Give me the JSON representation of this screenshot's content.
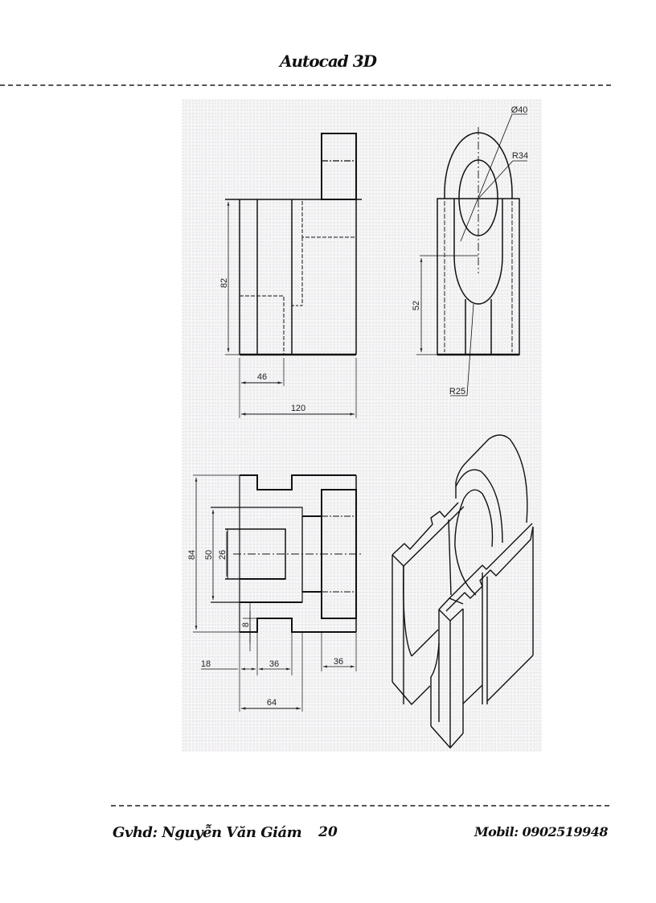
{
  "page": {
    "header_title": "Autocad 3D",
    "page_number": "20",
    "footer_author": "Gvhd: Nguyễn Văn Giám",
    "footer_mobile": "Mobil: 0902519948"
  },
  "drawing": {
    "front_view": {
      "dimensions": {
        "height": "82",
        "width_partial": "46",
        "width_total": "120"
      }
    },
    "side_view": {
      "dimensions": {
        "diameter": "Ø40",
        "radius_outer": "R34",
        "height": "52",
        "radius_lower": "R25"
      }
    },
    "top_view": {
      "dimensions": {
        "depth_total": "84",
        "inner_width": "50",
        "slot_width": "26",
        "step": "8",
        "offset_left": "18",
        "slot_length": "36",
        "right_length": "36",
        "overall_length": "64"
      }
    },
    "isometric_view": {
      "label": "isometric"
    }
  },
  "colors": {
    "line": "#111111",
    "background": "#ffffff",
    "drawing_bg": "#f6f6f6"
  }
}
